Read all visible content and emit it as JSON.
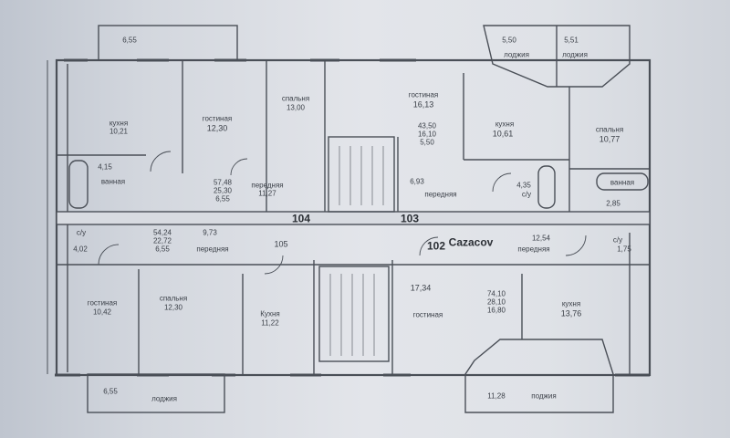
{
  "colors": {
    "paper": "#e3e5ea",
    "line": "#4a4f57",
    "text": "#3a3f47"
  },
  "apartments": {
    "a104": "104",
    "a103": "103",
    "a102": "102",
    "a105": "105"
  },
  "watermark": "Cazacov",
  "rooms": {
    "top_left": {
      "loggia_area": "6,55",
      "kitchen": {
        "name": "кухня",
        "area": "10,21"
      },
      "living": {
        "name": "гостиная",
        "area": "12,30"
      },
      "bath": {
        "area": "4,15",
        "name": "ванная"
      },
      "summary": [
        "57,48",
        "25,30",
        "6,55"
      ],
      "hall": {
        "name": "передняя",
        "area": "11,27"
      }
    },
    "top_mid": {
      "bedroom": {
        "name": "спальня",
        "area": "13,00"
      },
      "living": {
        "name": "гостиная",
        "area": "16,13"
      },
      "summary": [
        "43,50",
        "16,10",
        "5,50"
      ],
      "hall_area": "6,93",
      "hall_name": "передняя"
    },
    "top_right": {
      "loggia1": {
        "area": "5,50",
        "name": "лоджия"
      },
      "loggia2": {
        "area": "5,51",
        "name": "лоджия"
      },
      "kitchen": {
        "name": "кухня",
        "area": "10,61"
      },
      "bedroom": {
        "name": "спальня",
        "area": "10,77"
      },
      "wc_area": "4,35",
      "wc_label": "с/у",
      "bath_area": "2,85",
      "bath_label": "ванная"
    },
    "bottom_left": {
      "wc_label": "с/у",
      "wc_area": "4,02",
      "summary": [
        "54,24",
        "22,72",
        "6,55"
      ],
      "hall_area": "9,73",
      "hall_name": "передняя",
      "living": {
        "name": "гостиная",
        "area": "10,42"
      },
      "bedroom": {
        "name": "спальня",
        "area": "12,30"
      },
      "kitchen": {
        "name": "Кухня",
        "area": "11,22"
      },
      "loggia_area": "6,55",
      "loggia_name": "лоджия"
    },
    "bottom_right": {
      "hall": {
        "area": "12,54",
        "name": "передняя"
      },
      "wc_label": "с/у",
      "wc_area": "1,75",
      "living_area": "17,34",
      "living_name": "гостиная",
      "summary": [
        "74,10",
        "28,10",
        "16,80"
      ],
      "kitchen": {
        "name": "кухня",
        "area": "13,76"
      },
      "loggia_area": "11,28",
      "loggia_name": "поджия"
    }
  }
}
